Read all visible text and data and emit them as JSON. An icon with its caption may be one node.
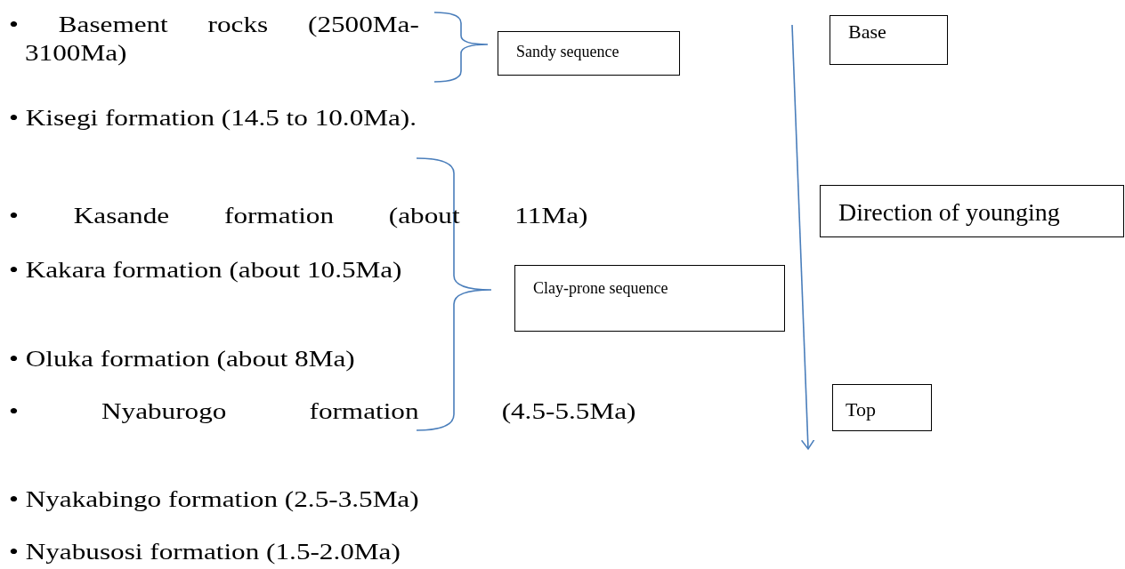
{
  "diagram": {
    "nodes": [
      {
        "text": [
          "Sandy sequence"
        ]
      },
      {
        "text": [
          "Base"
        ]
      },
      {
        "text": [
          "Direction of younging"
        ]
      },
      {
        "text": [
          "Clay-prone sequence"
        ]
      },
      {
        "text": [
          "Top"
        ]
      }
    ],
    "labels": [
      "• Basement rocks (2500Ma-3100Ma)",
      "• Kisegi formation (14.5 to 10.0Ma).",
      "• Kasande formation (about 11Ma)",
      "• Kakara formation (about 10.5Ma)",
      "• Oluka formation (about 8Ma)",
      "• Nyaburogo formation (4.5-5.5Ma)",
      "• Nyakabingo formation (2.5-3.5Ma)",
      "• Nyabusosi formation (1.5-2.0Ma)"
    ]
  }
}
